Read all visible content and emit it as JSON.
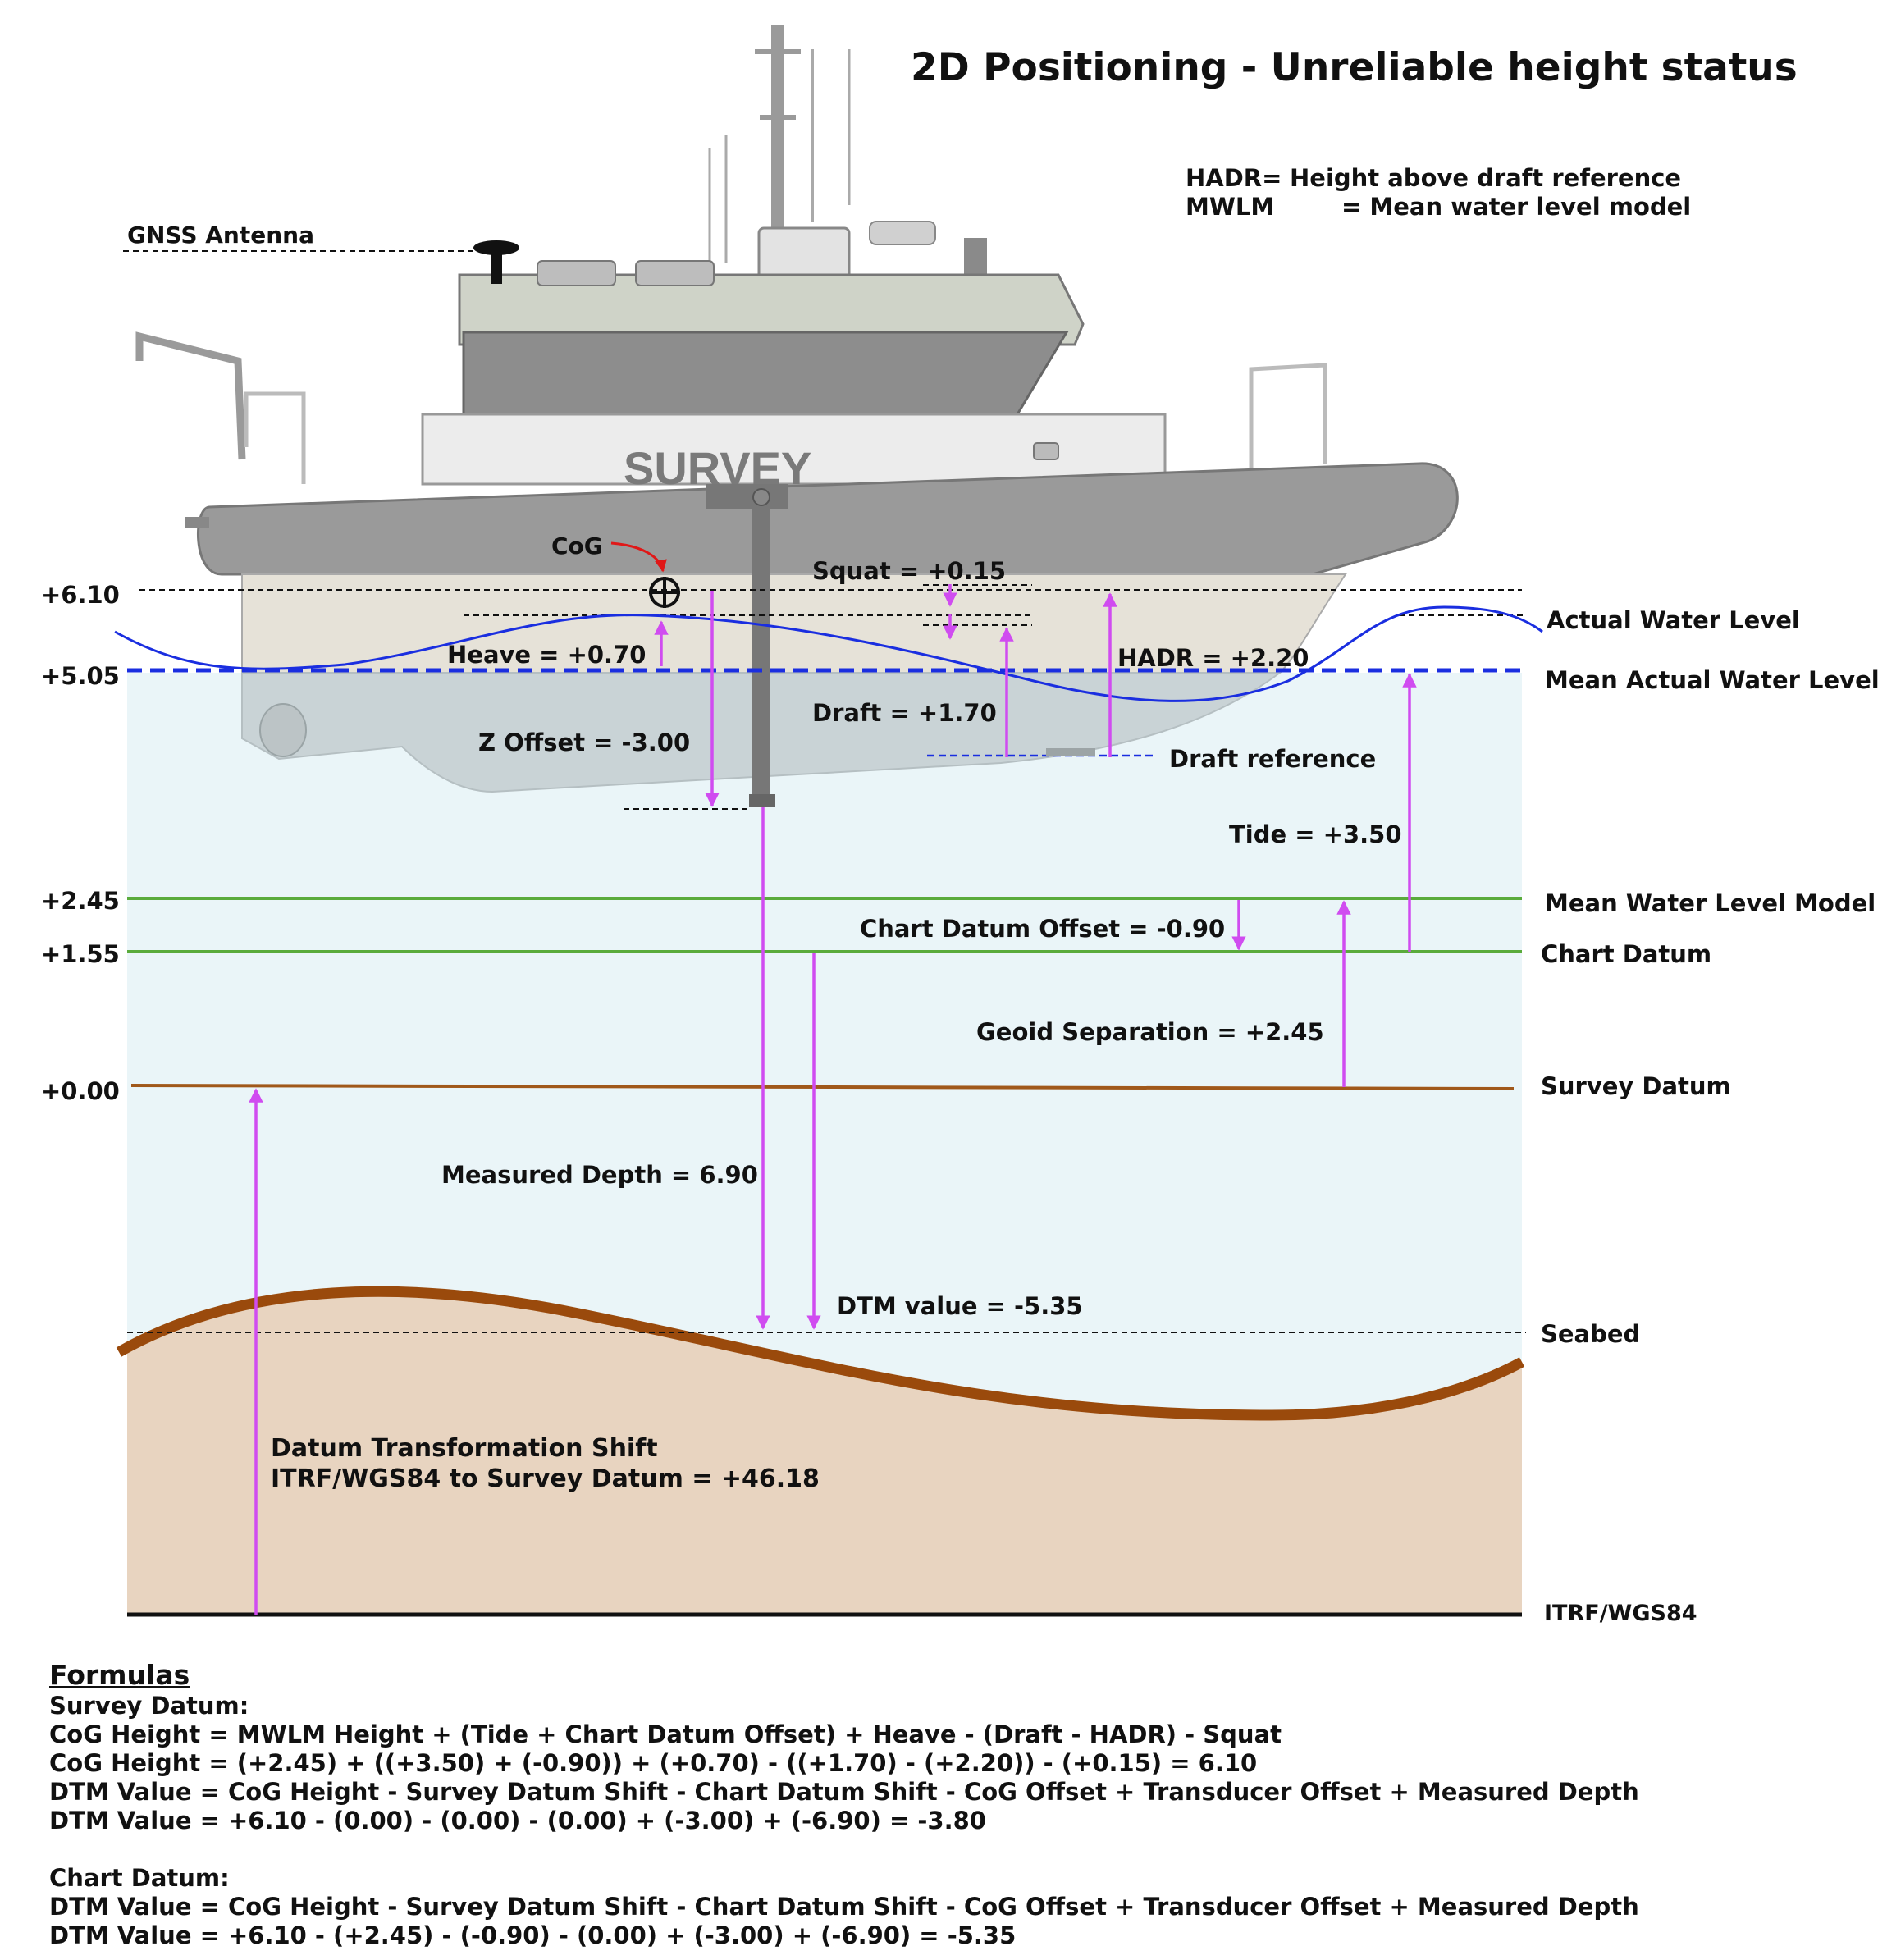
{
  "title": "2D Positioning - Unreliable height status",
  "legend": [
    {
      "abbr": "HADR=",
      "meaning": "Height above draft reference"
    },
    {
      "abbr": "MWLM",
      "meaning": "= Mean water level model"
    }
  ],
  "vessel_name": "SURVEY",
  "labels": {
    "gnss": "GNSS Antenna",
    "cog": "CoG",
    "squat": "Squat = +0.15",
    "heave": "Heave = +0.70",
    "hadr": "HADR = +2.20",
    "draft": "Draft = +1.70",
    "z_offset": "Z Offset = -3.00",
    "draft_ref": "Draft reference",
    "tide": "Tide = +3.50",
    "chart_offset": "Chart Datum Offset = -0.90",
    "geoid": "Geoid Separation = +2.45",
    "measured_depth": "Measured Depth = 6.90",
    "dtm": "DTM value = -5.35",
    "shift_line1": "Datum Transformation Shift",
    "shift_line2": "ITRF/WGS84 to Survey Datum = +46.18"
  },
  "levels": {
    "actual": {
      "value": "+6.10",
      "name": "Actual Water Level"
    },
    "mean_actual": {
      "value": "+5.05",
      "name": "Mean Actual  Water Level"
    },
    "mwlm": {
      "value": "+2.45",
      "name": "Mean Water Level Model"
    },
    "chart": {
      "value": "+1.55",
      "name": "Chart Datum"
    },
    "survey": {
      "value": "+0.00",
      "name": "Survey Datum"
    },
    "seabed": {
      "name": "Seabed"
    },
    "itrf": {
      "name": "ITRF/WGS84"
    }
  },
  "colors": {
    "water": "#eaf5f8",
    "seabed_fill": "#e8d4c0",
    "seabed_line": "#9a4a0c",
    "green_line": "#5aab3c",
    "blue_line": "#1a2ee0",
    "arrow": "#d04cf0",
    "survey_line": "#a0581a"
  },
  "formulas": {
    "heading": "Formulas",
    "survey_title": "Survey Datum:",
    "survey_lines": [
      "CoG Height = MWLM Height + (Tide + Chart Datum Offset) + Heave - (Draft - HADR) - Squat",
      "CoG Height = (+2.45) + ((+3.50) + (-0.90)) + (+0.70) - ((+1.70) - (+2.20)) - (+0.15) = 6.10",
      "DTM Value = CoG Height - Survey Datum Shift - Chart Datum Shift - CoG Offset + Transducer Offset + Measured Depth",
      "DTM Value = +6.10 - (0.00) - (0.00) - (0.00) + (-3.00) + (-6.90) = -3.80"
    ],
    "chart_title": "Chart Datum:",
    "chart_lines": [
      "DTM Value = CoG Height - Survey Datum Shift - Chart Datum Shift - CoG Offset + Transducer Offset + Measured Depth",
      "DTM Value = +6.10 - (+2.45) - (-0.90) - (0.00) + (-3.00) + (-6.90) = -5.35"
    ]
  }
}
